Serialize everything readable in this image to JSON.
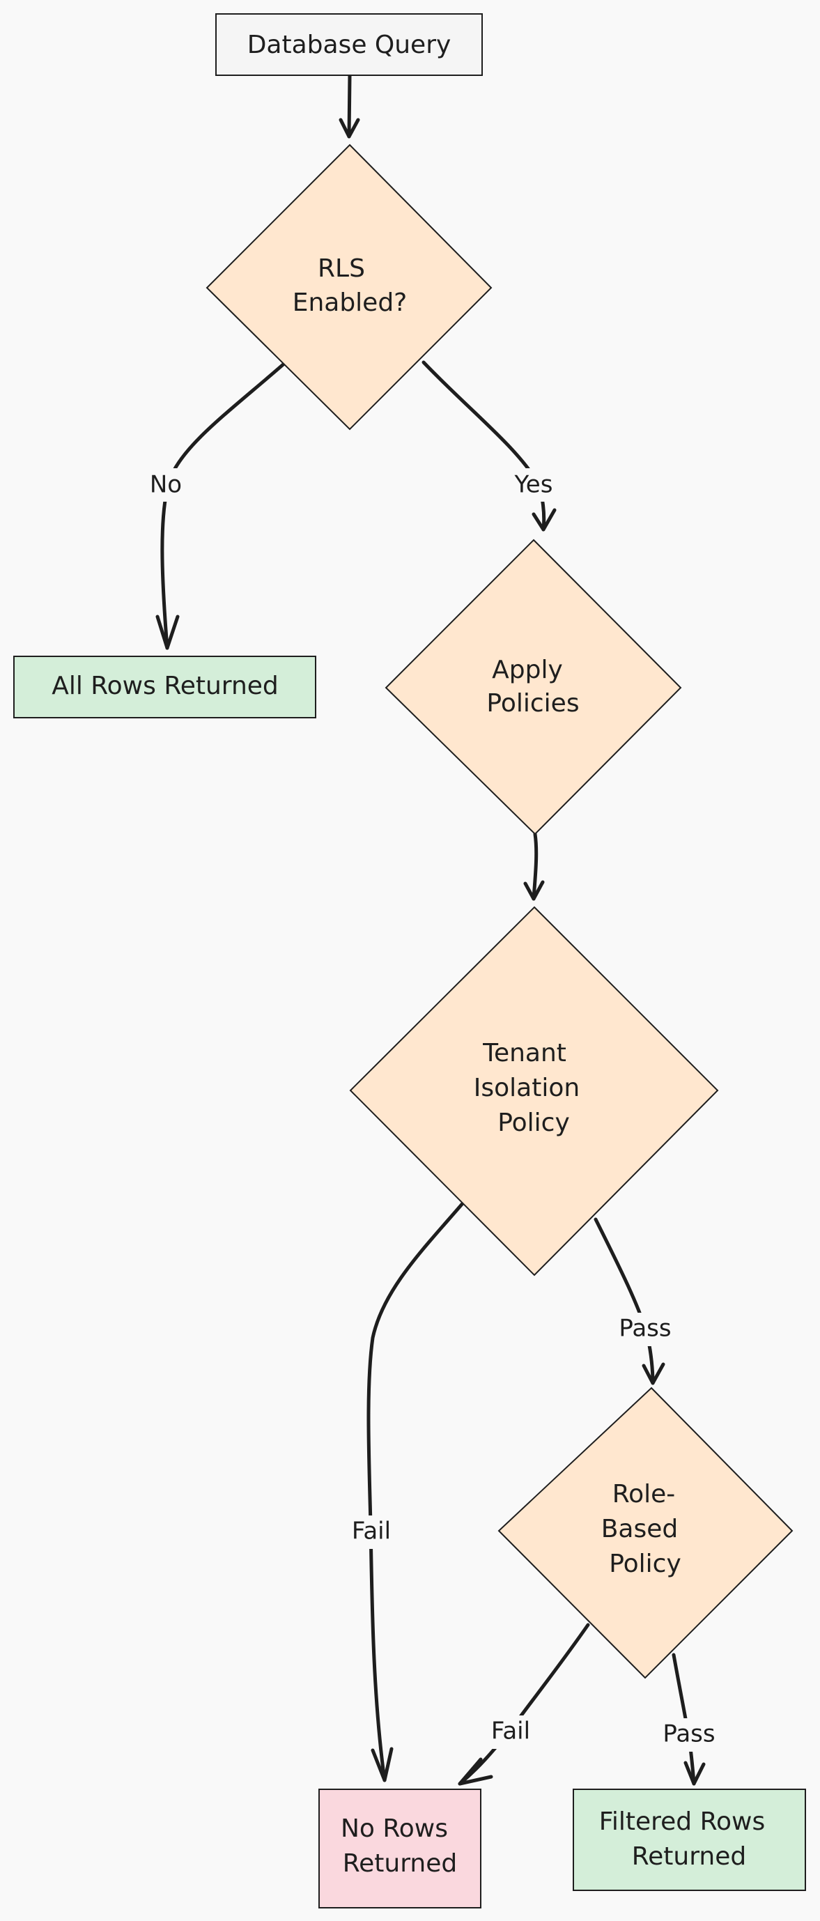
{
  "colors": {
    "background": "#f9f9f9",
    "stroke": "#1e1e1e",
    "start_fill": "#f5f5f5",
    "decision_fill": "#ffe7cf",
    "success_fill": "#d4eed9",
    "fail_fill": "#fad8de"
  },
  "nodes": {
    "database_query": {
      "label": "Database Query",
      "shape": "rectangle"
    },
    "rls_enabled": {
      "lines": [
        "RLS",
        "Enabled?"
      ],
      "shape": "diamond"
    },
    "all_rows": {
      "label": "All Rows Returned",
      "shape": "rectangle"
    },
    "apply_policies": {
      "lines": [
        "Apply",
        "Policies"
      ],
      "shape": "diamond"
    },
    "tenant_isolation": {
      "lines": [
        "Tenant",
        "Isolation",
        "Policy"
      ],
      "shape": "diamond"
    },
    "role_based": {
      "lines": [
        "Role-",
        "Based",
        "Policy"
      ],
      "shape": "diamond"
    },
    "no_rows": {
      "lines": [
        "No Rows",
        "Returned"
      ],
      "shape": "rectangle"
    },
    "filtered_rows": {
      "lines": [
        "Filtered Rows",
        "Returned"
      ],
      "shape": "rectangle"
    }
  },
  "edges": {
    "query_to_rls": {
      "from": "database_query",
      "to": "rls_enabled",
      "label": ""
    },
    "rls_no": {
      "from": "rls_enabled",
      "to": "all_rows",
      "label": "No"
    },
    "rls_yes": {
      "from": "rls_enabled",
      "to": "apply_policies",
      "label": "Yes"
    },
    "apply_to_tenant": {
      "from": "apply_policies",
      "to": "tenant_isolation",
      "label": ""
    },
    "tenant_fail": {
      "from": "tenant_isolation",
      "to": "no_rows",
      "label": "Fail"
    },
    "tenant_pass": {
      "from": "tenant_isolation",
      "to": "role_based",
      "label": "Pass"
    },
    "role_fail": {
      "from": "role_based",
      "to": "no_rows",
      "label": "Fail"
    },
    "role_pass": {
      "from": "role_based",
      "to": "filtered_rows",
      "label": "Pass"
    }
  }
}
